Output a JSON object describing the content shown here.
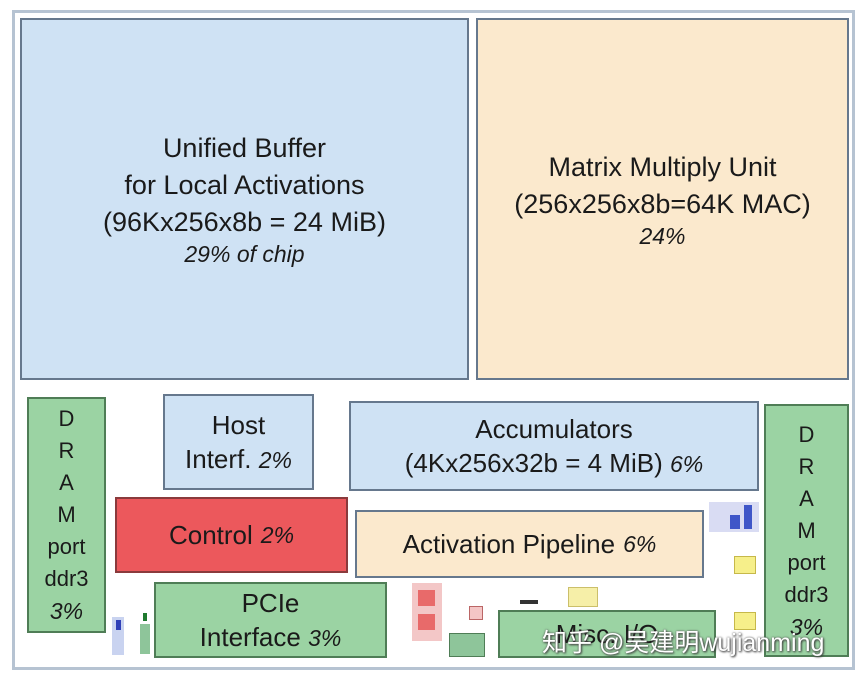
{
  "blocks": {
    "unified_buffer": {
      "line1": "Unified Buffer",
      "line2": "for Local Activations",
      "line3": "(96Kx256x8b = 24 MiB)",
      "share": "29% of chip"
    },
    "matrix_unit": {
      "line1": "Matrix Multiply Unit",
      "line2": "(256x256x8b=64K MAC)",
      "share": "24%"
    },
    "host_interface": {
      "line1": "Host",
      "line2": "Interf.",
      "share": "2%"
    },
    "accumulators": {
      "line1": "Accumulators",
      "line2": "(4Kx256x32b = 4 MiB)",
      "share": "6%"
    },
    "control": {
      "label": "Control",
      "share": "2%"
    },
    "activation_pipeline": {
      "label": "Activation Pipeline",
      "share": "6%"
    },
    "pcie": {
      "line1": "PCIe",
      "line2": "Interface",
      "share": "3%"
    },
    "misc_io": {
      "label": "Misc. I/O"
    },
    "dram_left": {
      "letters": [
        "D",
        "R",
        "A",
        "M"
      ],
      "line1": "port",
      "line2": "ddr3",
      "share": "3%"
    },
    "dram_right": {
      "letters": [
        "D",
        "R",
        "A",
        "M"
      ],
      "line1": "port",
      "line2": "ddr3",
      "share": "3%"
    }
  },
  "watermark": "知乎 @吴建明wujianming",
  "colors": {
    "blue": "#cfe2f4",
    "peach": "#fbe9cd",
    "red": "#ec585c",
    "green": "#9bd3a3",
    "border": "#66788d"
  }
}
